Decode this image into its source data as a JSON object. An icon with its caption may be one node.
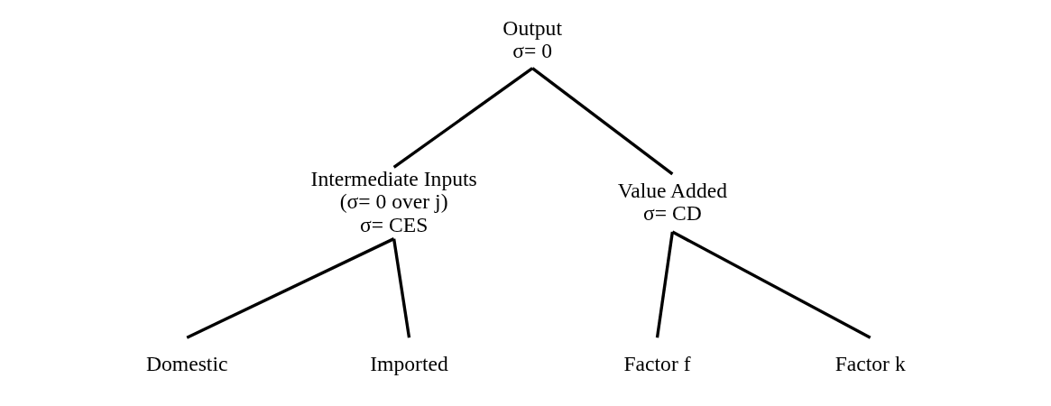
{
  "diagram": {
    "nodes": [
      {
        "text": [
          "Output",
          "σ= 0"
        ]
      },
      {
        "text": [
          "Intermediate Inputs",
          "(σ= 0 over j)",
          "σ= CES"
        ]
      },
      {
        "text": [
          "Value Added",
          "σ= CD"
        ]
      },
      {
        "text": [
          "Domestic"
        ]
      },
      {
        "text": [
          "Imported"
        ]
      },
      {
        "text": [
          "Factor f"
        ]
      },
      {
        "text": [
          "Factor k"
        ]
      }
    ],
    "edges": [
      {
        "from": 0,
        "to": 1,
        "arrow": "none"
      },
      {
        "from": 0,
        "to": 2,
        "arrow": "none"
      },
      {
        "from": 1,
        "to": 3,
        "arrow": "none"
      },
      {
        "from": 1,
        "to": 4,
        "arrow": "none"
      },
      {
        "from": 2,
        "to": 5,
        "arrow": "none"
      },
      {
        "from": 2,
        "to": 6,
        "arrow": "none"
      }
    ]
  }
}
